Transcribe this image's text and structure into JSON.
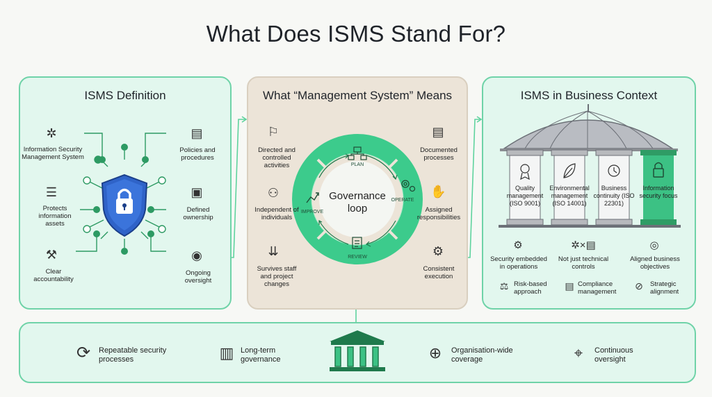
{
  "title": "What Does ISMS Stand For?",
  "left": {
    "title": "ISMS Definition",
    "items": {
      "info": "Information Security Management System",
      "protects": "Protects information assets",
      "clear": "Clear accountability",
      "policies": "Policies and procedures",
      "ownership": "Defined ownership",
      "oversight": "Ongoing oversight"
    }
  },
  "middle": {
    "title": "What “Management System” Means",
    "center": "Governance loop",
    "cycle": [
      "PLAN",
      "OPERATE",
      "REVIEW",
      "IMPROVE"
    ],
    "items": {
      "directed": "Directed and controlled activities",
      "independent": "Independent of individuals",
      "survives": "Survives staff and project changes",
      "documented": "Documented processes",
      "assigned": "Assigned responsibilities",
      "consistent": "Consistent execution"
    }
  },
  "right": {
    "title": "ISMS in Business Context",
    "pillars": [
      "Quality management (ISO 9001)",
      "Environmental management (ISO 14001)",
      "Business continuity (ISO 22301)",
      "Information security focus"
    ],
    "row1": [
      "Security embedded in operations",
      "Not just technical controls",
      "Aligned business objectives"
    ],
    "row2": [
      "Risk-based approach",
      "Compliance management",
      "Strategic alignment"
    ]
  },
  "bottom": {
    "items": [
      "Repeatable security processes",
      "Long-term governance",
      "Organisation-wide coverage",
      "Continuous oversight"
    ]
  },
  "colors": {
    "accent": "#2fbf7f",
    "dark_green": "#1f7a4c",
    "shield": "#2f63c8"
  }
}
